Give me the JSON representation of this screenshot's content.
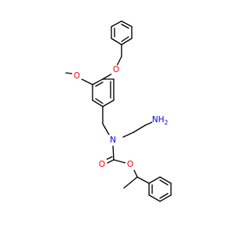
{
  "molecule": {
    "atom_labels": {
      "ether_oxygen": "O",
      "methoxy_oxygen": "O",
      "amine_nitrogen": "N",
      "amino_group": "NH",
      "amino_subscript": "2",
      "carbonyl_oxygen": "O",
      "ester_oxygen": "O"
    },
    "colors": {
      "bond": "#000000",
      "oxygen": "#ff0000",
      "nitrogen": "#0000ff",
      "background": "#ffffff"
    }
  }
}
